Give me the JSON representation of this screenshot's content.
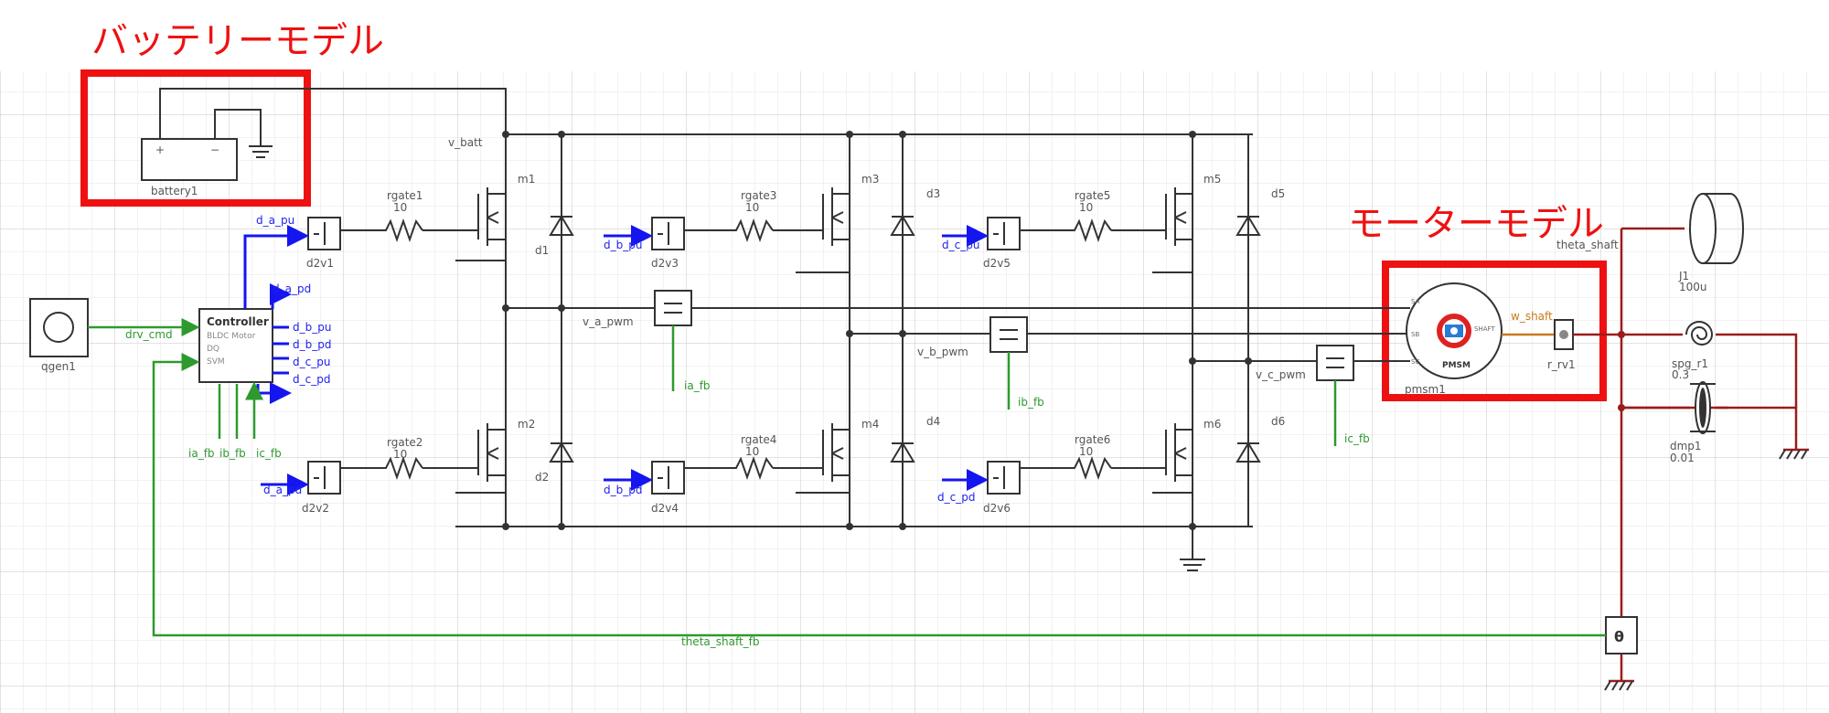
{
  "callouts": {
    "battery_model": "バッテリーモデル",
    "motor_model": "モーターモデル"
  },
  "components": {
    "qgen": "qgen1",
    "battery": "battery1",
    "battery_plus": "+",
    "battery_minus": "−",
    "controller_title": "Controller",
    "controller_line1": "BLDC Motor",
    "controller_line2": "DQ",
    "controller_line3": "SVM",
    "d2v1": "d2v1",
    "d2v2": "d2v2",
    "d2v3": "d2v3",
    "d2v4": "d2v4",
    "d2v5": "d2v5",
    "d2v6": "d2v6",
    "rgate1": "rgate1",
    "rgate2": "rgate2",
    "rgate3": "rgate3",
    "rgate4": "rgate4",
    "rgate5": "rgate5",
    "rgate6": "rgate6",
    "rgate_value": "10",
    "m1": "m1",
    "m2": "m2",
    "m3": "m3",
    "m4": "m4",
    "m5": "m5",
    "m6": "m6",
    "d1": "d1",
    "d2": "d2",
    "d3": "d3",
    "d4": "d4",
    "d5": "d5",
    "d6": "d6",
    "pmsm_label": "PMSM",
    "pmsm_name": "pmsm1",
    "pmsm_port_a": "SA",
    "pmsm_port_b": "SB",
    "pmsm_port_c": "SC",
    "pmsm_port_shaft": "SHAFT",
    "r_rv1": "r_rv1",
    "j1": "J1",
    "j1_value": "100u",
    "spg": "spg_r1",
    "spg_value": "0.3",
    "dmp": "dmp1",
    "dmp_value": "0.01",
    "theta_symbol": "θ"
  },
  "signals": {
    "v_batt": "v_batt",
    "drv_cmd": "drv_cmd",
    "d_a_pu": "d_a_pu",
    "d_a_pd": "d_a_pd",
    "d_b_pu": "d_b_pu",
    "d_b_pd": "d_b_pd",
    "d_c_pu": "d_c_pu",
    "d_c_pd": "d_c_pd",
    "ia_fb": "ia_fb",
    "ib_fb": "ib_fb",
    "ic_fb": "ic_fb",
    "v_a_pwm": "v_a_pwm",
    "v_b_pwm": "v_b_pwm",
    "v_c_pwm": "v_c_pwm",
    "w_shaft": "w_shaft",
    "theta_shaft": "theta_shaft",
    "theta_shaft_fb": "theta_shaft_fb"
  },
  "colors": {
    "callout": "#ee1111",
    "duty_signal": "#1515f0",
    "feedback_signal": "#2e9a2e",
    "mechanical": "#9a1c1c",
    "speed_signal": "#c87a1e",
    "electrical": "#333333"
  }
}
